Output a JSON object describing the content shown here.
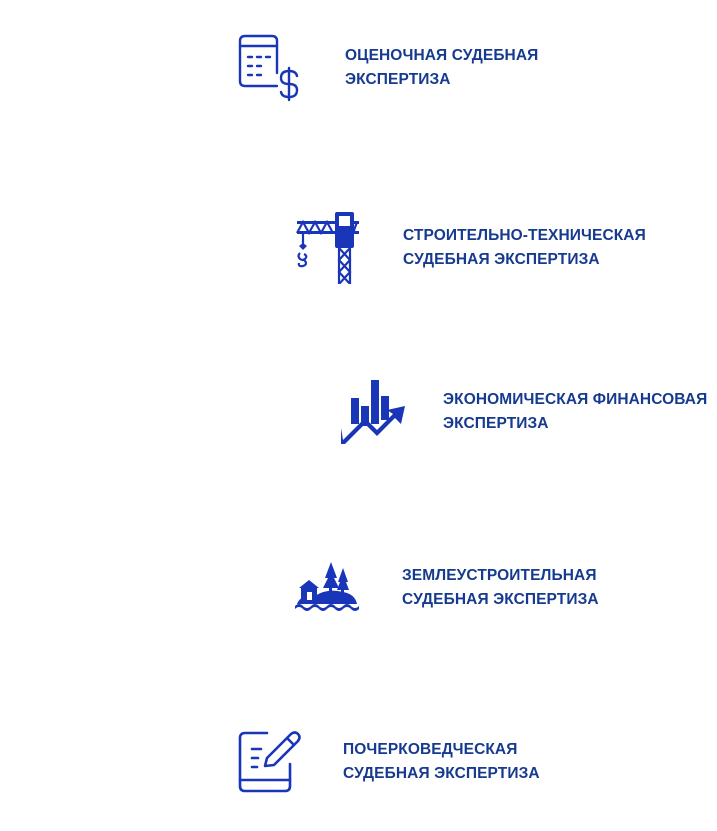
{
  "colors": {
    "accent": "#163a8f",
    "icon_blue": "#1a36b8",
    "background": "#ffffff"
  },
  "services": [
    {
      "icon": "calculator-dollar-icon",
      "line1": "ОЦЕНОЧНАЯ СУДЕБНАЯ",
      "line2": "ЭКСПЕРТИЗА"
    },
    {
      "icon": "construction-crane-icon",
      "line1": "СТРОИТЕЛЬНО-ТЕХНИЧЕСКАЯ",
      "line2": "СУДЕБНАЯ ЭКСПЕРТИЗА"
    },
    {
      "icon": "growth-chart-icon",
      "line1": "ЭКОНОМИЧЕСКАЯ ФИНАНСОВАЯ",
      "line2": "ЭКСПЕРТИЗА"
    },
    {
      "icon": "land-island-icon",
      "line1": "ЗЕМЛЕУСТРОИТЕЛЬНАЯ",
      "line2": "СУДЕБНАЯ ЭКСПЕРТИЗА"
    },
    {
      "icon": "handwriting-document-icon",
      "line1": "ПОЧЕРКОВЕДЧЕСКАЯ",
      "line2": "СУДЕБНАЯ ЭКСПЕРТИЗА"
    }
  ]
}
